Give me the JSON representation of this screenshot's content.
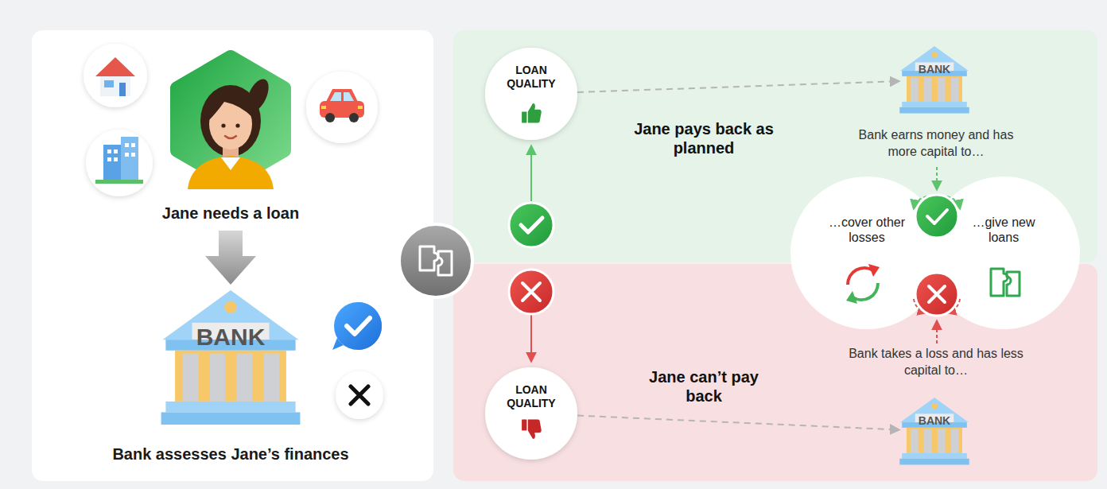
{
  "diagram": {
    "nodes": [
      {
        "text": [
          "BANK"
        ]
      },
      {
        "text": [
          "LOAN QUALITY"
        ]
      },
      {
        "text": [
          "BANK"
        ]
      },
      {
        "text": [
          "…cover other losses"
        ]
      },
      {
        "text": [
          "…give new loans"
        ]
      },
      {
        "text": [
          "LOAN QUALITY"
        ]
      },
      {
        "text": [
          "BANK"
        ]
      }
    ],
    "edges": [
      {
        "from": 1,
        "to": 2,
        "arrow": "to",
        "label": "Jane pays back as planned"
      },
      {
        "from": 5,
        "to": 6,
        "arrow": "to",
        "label": "Jane can’t pay back"
      }
    ],
    "labels": [
      "Jane needs a loan",
      "Bank assesses Jane’s finances",
      "Bank earns money and has more capital to…",
      "Bank takes a loss and has less capital to…"
    ]
  }
}
